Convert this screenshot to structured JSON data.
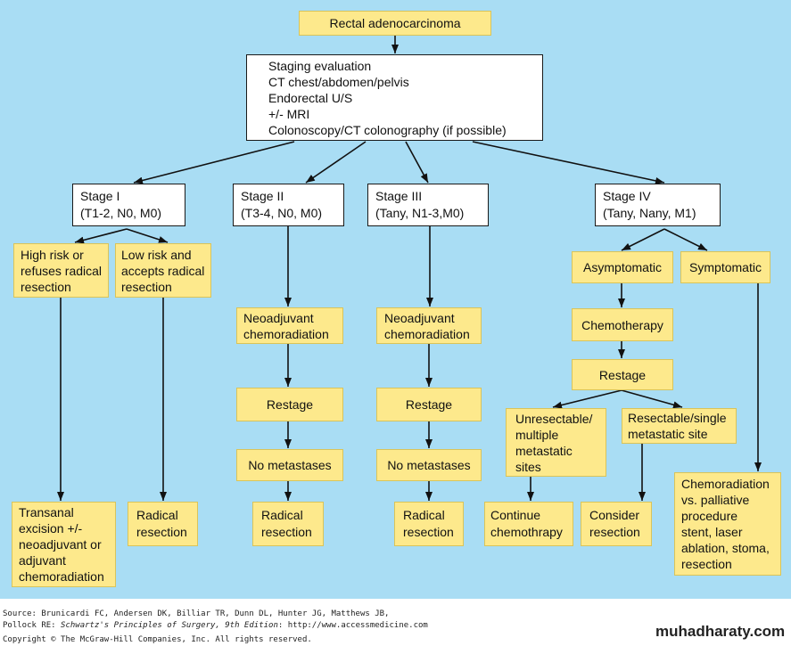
{
  "diagram": {
    "start": "Rectal adenocarcinoma",
    "staging": "Staging evaluation\nCT chest/abdomen/pelvis\nEndorectal U/S\n+/- MRI\nColonoscopy/CT colonography (if possible)",
    "stages": {
      "stage1": "Stage I\n(T1-2, N0, M0)",
      "stage2": "Stage II\n(T3-4, N0, M0)",
      "stage3": "Stage III\n(Tany, N1-3,M0)",
      "stage4": "Stage IV\n(Tany, Nany, M1)"
    },
    "stage1": {
      "high_risk": "High risk or\nrefuses radical\nresection",
      "low_risk": "Low risk and\naccepts radical\nresection",
      "transanal": "Transanal\nexcision +/-\nneoadjuvant or\nadjuvant\nchemoradiation",
      "radical": "Radical\nresection"
    },
    "stage2": {
      "neoadjuvant": "Neoadjuvant\nchemoradiation",
      "restage": "Restage",
      "no_metastases": "No metastases",
      "radical": "Radical\nresection"
    },
    "stage3": {
      "neoadjuvant": "Neoadjuvant\nchemoradiation",
      "restage": "Restage",
      "no_metastases": "No metastases",
      "radical": "Radical\nresection"
    },
    "stage4": {
      "asymptomatic": "Asymptomatic",
      "symptomatic": "Symptomatic",
      "chemotherapy": "Chemotherapy",
      "restage": "Restage",
      "unresectable": "Unresectable/\nmultiple\nmetastatic\nsites",
      "resectable": "Resectable/single\nmetastatic site",
      "continue": "Continue\nchemothrapy",
      "consider": "Consider\nresection",
      "symptomatic_treatment": "Chemoradiation\nvs. palliative\nprocedure\nstent, laser\nablation, stoma,\nresection"
    }
  },
  "footer": {
    "line1": "Source: Brunicardi FC, Andersen DK, Billiar TR, Dunn DL, Hunter JG, Matthews JB,",
    "line2_prefix": "Pollock RE: ",
    "line2_title": "Schwartz's Principles of Surgery, 9th Edition",
    "line2_suffix": ": http://www.accessmedicine.com",
    "line3": "Copyright © The McGraw-Hill Companies, Inc. All rights reserved."
  },
  "watermark": "muhadharaty.com",
  "colors": {
    "background": "#a9ddf4",
    "box_yellow": "#fde98c",
    "box_white": "#ffffff",
    "arrow": "#111111"
  }
}
